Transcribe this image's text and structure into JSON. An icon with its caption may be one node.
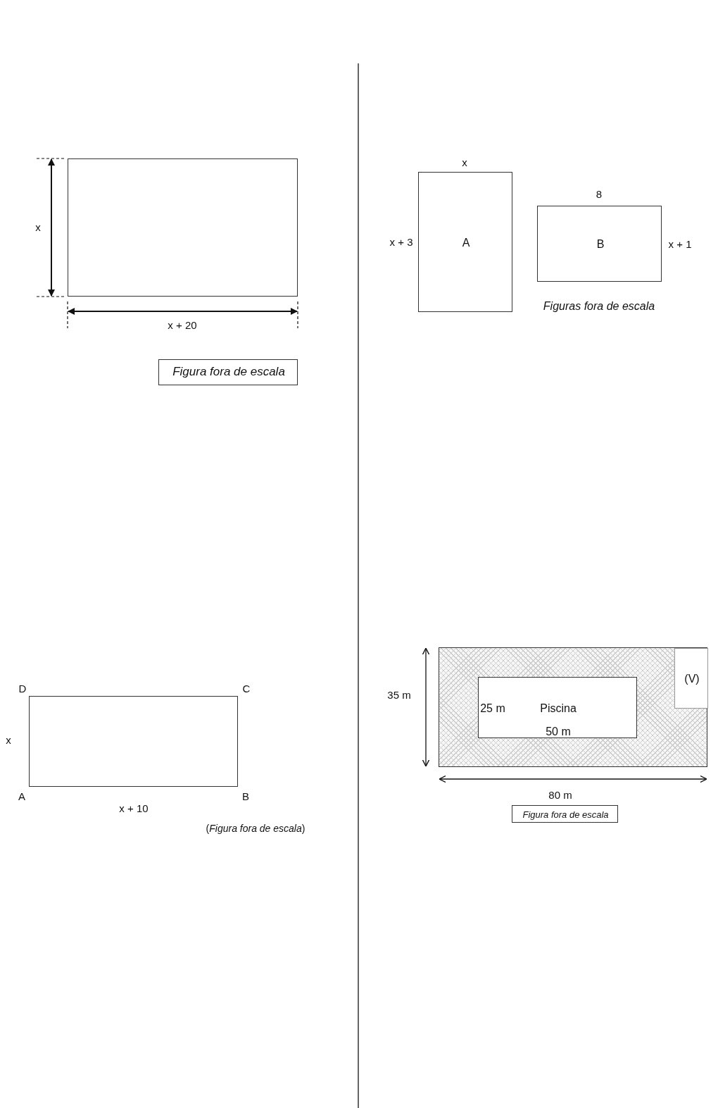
{
  "diagram": {
    "nodes": [
      {
        "text": [],
        "shape": "box"
      },
      {
        "text": [
          "Figura fora de escala"
        ]
      },
      {
        "text": [
          "A"
        ]
      },
      {
        "text": [
          "B"
        ]
      },
      {
        "text": [],
        "shape": "box"
      },
      {
        "text": [],
        "shape": "box"
      },
      {
        "text": [
          "25 m",
          "Piscina",
          "50 m"
        ],
        "in": 5
      },
      {
        "text": [
          "(V)"
        ],
        "in": 5
      },
      {
        "text": [
          "Figura fora de escala"
        ]
      }
    ],
    "labels": [
      "x",
      "x + 20",
      "x",
      "x + 3",
      "8",
      "x + 1",
      "Figuras fora de escala",
      "D",
      "C",
      "x",
      "A",
      "B",
      "x + 10",
      "(*Figura fora de escala*)",
      "35 m",
      "80 m"
    ]
  }
}
